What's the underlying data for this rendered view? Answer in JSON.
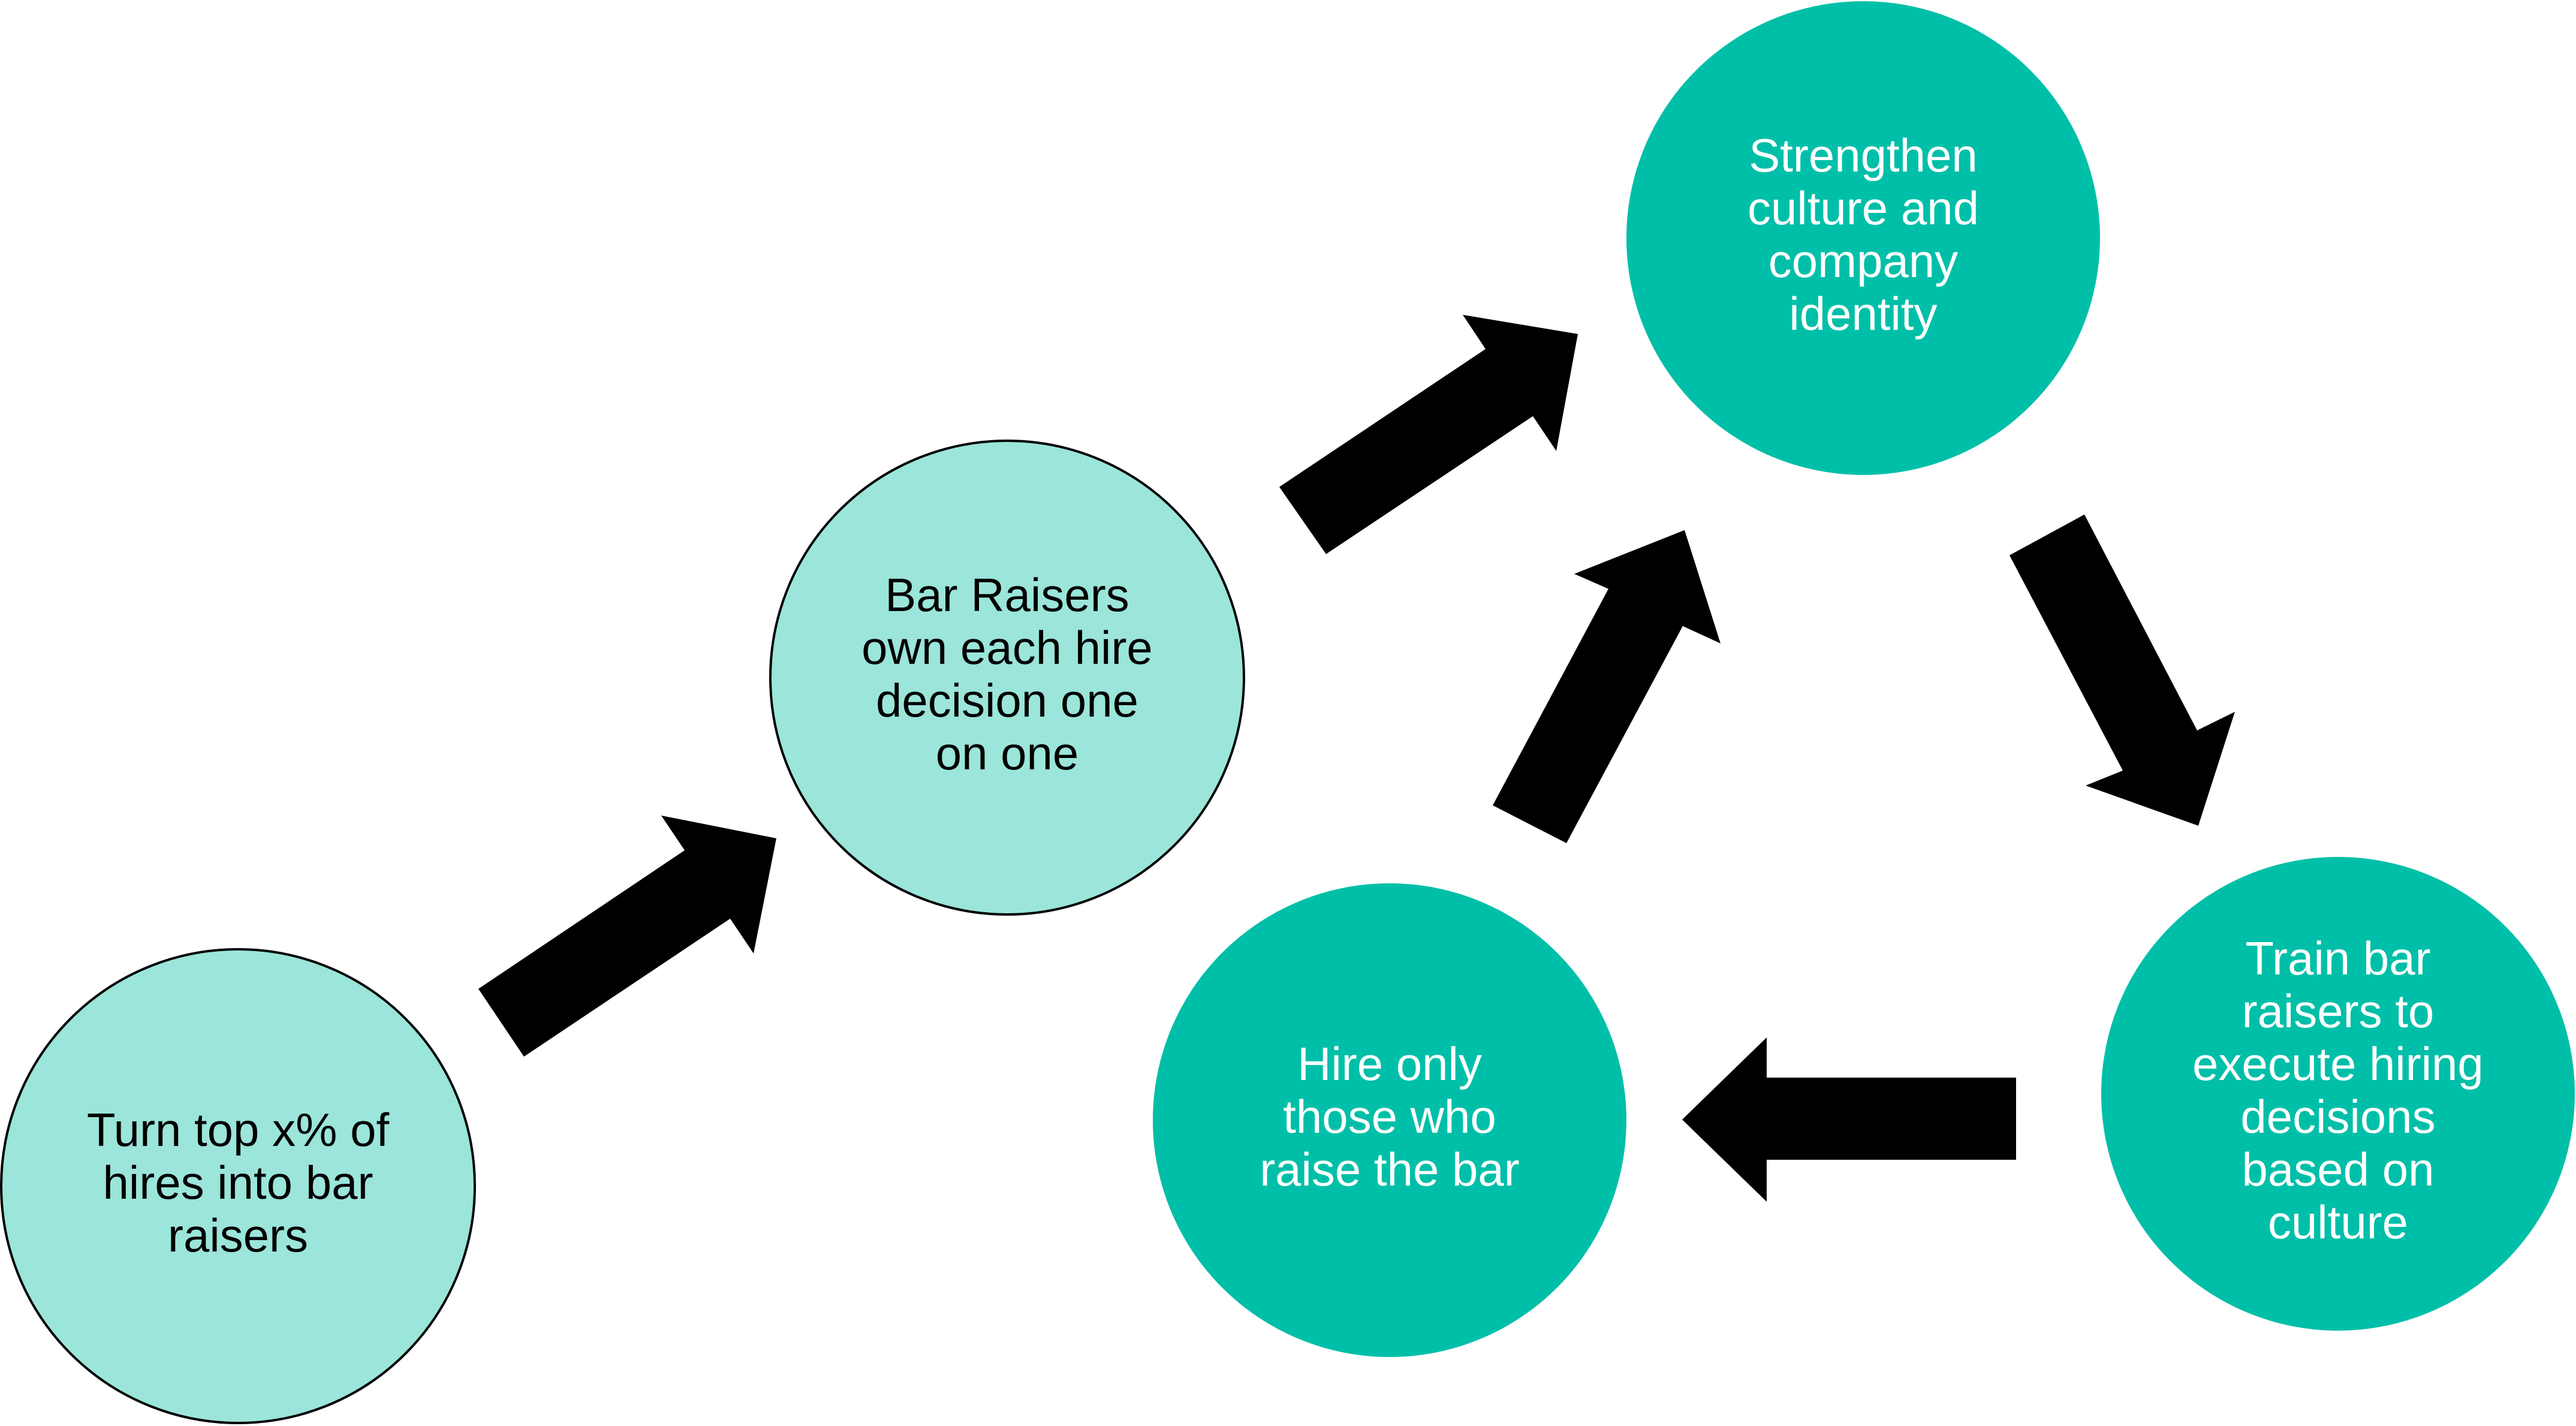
{
  "colors": {
    "light_node": "#9be5da",
    "dark_node": "#00bfa8",
    "arrow": "#000000",
    "light_text": "#000000",
    "dark_text": "#ffffff",
    "outline": "#000000"
  },
  "nodes": {
    "turn_top": {
      "lines": [
        "Turn top x% of",
        "hires into bar",
        "raisers"
      ]
    },
    "bar_raisers": {
      "lines": [
        "Bar Raisers",
        "own each hire",
        "decision one",
        "on one"
      ]
    },
    "strengthen": {
      "lines": [
        "Strengthen",
        "culture and",
        "company",
        "identity"
      ]
    },
    "train": {
      "lines": [
        "Train bar",
        "raisers to",
        "execute hiring",
        "decisions",
        "based on",
        "culture"
      ]
    },
    "hire_only": {
      "lines": [
        "Hire only",
        "those who",
        "raise the bar"
      ]
    }
  }
}
